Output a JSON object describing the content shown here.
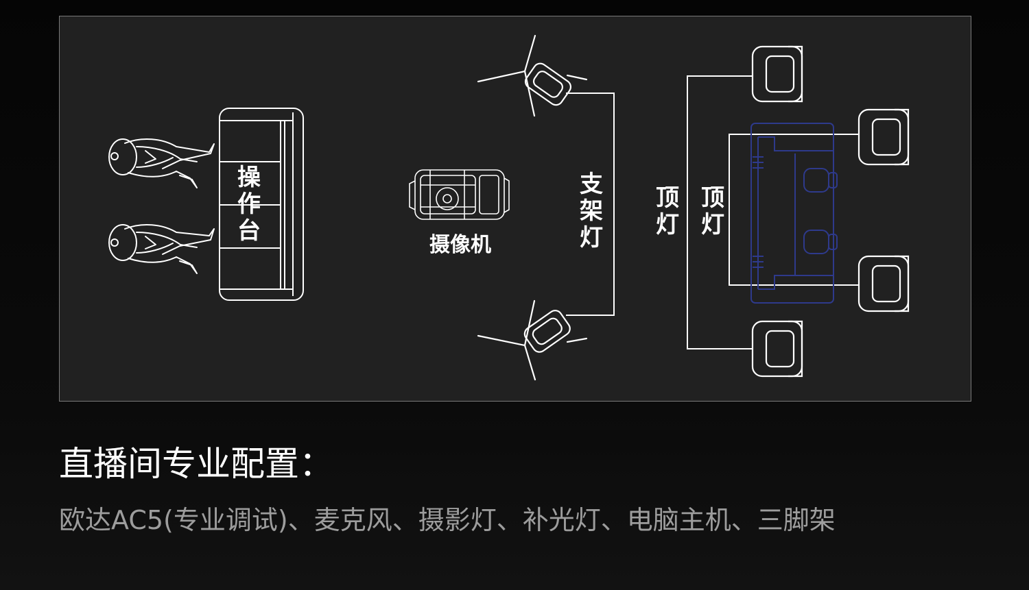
{
  "diagram": {
    "labels": {
      "console": "操作台",
      "camera": "摄像机",
      "stand_light": "支架灯",
      "top_light_outer": "顶灯",
      "top_light_inner": "顶灯"
    },
    "colors": {
      "background": "#000000",
      "panel": "#212121",
      "line": "#ffffff",
      "studio_outline": "#2e3a8c"
    },
    "icons": {
      "operator": "person-seated-icon",
      "console": "desk-icon",
      "camera": "camcorder-icon",
      "light": "softbox-light-icon",
      "top_light": "ceiling-light-icon",
      "chair": "chair-icon"
    }
  },
  "caption": {
    "heading": "直播间专业配置：",
    "equipment": "欧达AC5(专业调试)、麦克风、摄影灯、补光灯、电脑主机、三脚架"
  }
}
